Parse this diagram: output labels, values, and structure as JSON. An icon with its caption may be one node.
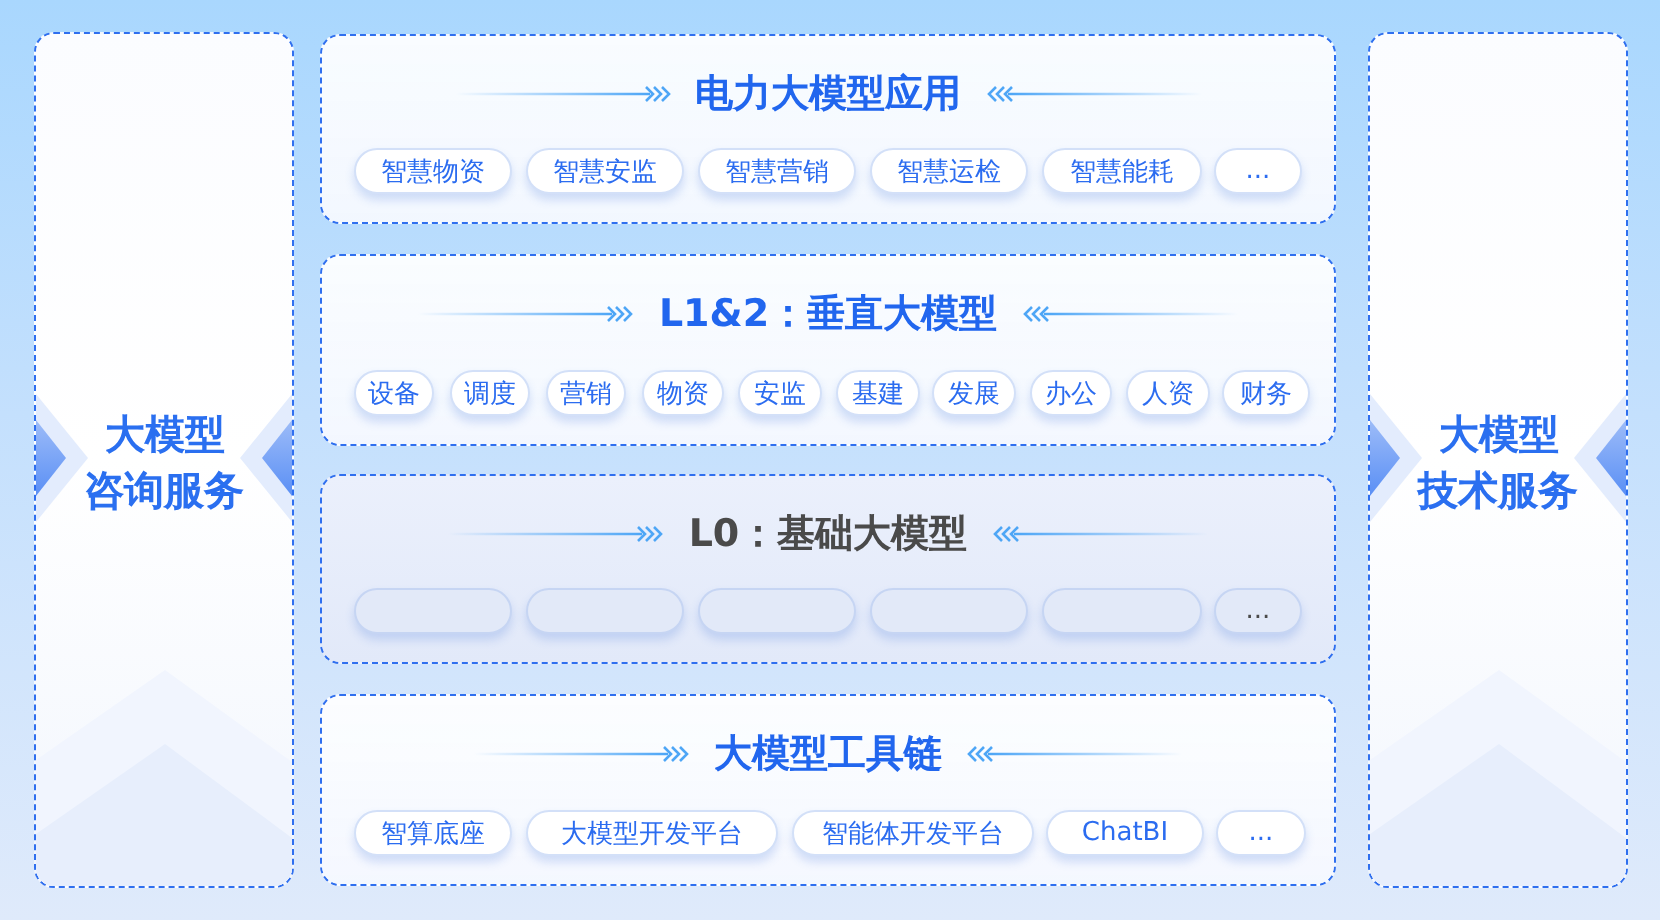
{
  "diagram": {
    "nodes": [
      {
        "text": [
          "大模型咨询服务"
        ]
      },
      {
        "text": [
          "电力大模型应用"
        ]
      },
      {
        "text": [
          "智慧物资"
        ],
        "in": 1
      },
      {
        "text": [
          "智慧安监"
        ],
        "in": 1
      },
      {
        "text": [
          "智慧营销"
        ],
        "in": 1
      },
      {
        "text": [
          "智慧运检"
        ],
        "in": 1
      },
      {
        "text": [
          "智慧能耗"
        ],
        "in": 1
      },
      {
        "text": [
          "..."
        ],
        "in": 1
      },
      {
        "text": [
          "L1&2：垂直大模型"
        ]
      },
      {
        "text": [
          "设备"
        ],
        "in": 8
      },
      {
        "text": [
          "调度"
        ],
        "in": 8
      },
      {
        "text": [
          "营销"
        ],
        "in": 8
      },
      {
        "text": [
          "物资"
        ],
        "in": 8
      },
      {
        "text": [
          "安监"
        ],
        "in": 8
      },
      {
        "text": [
          "基建"
        ],
        "in": 8
      },
      {
        "text": [
          "发展"
        ],
        "in": 8
      },
      {
        "text": [
          "办公"
        ],
        "in": 8
      },
      {
        "text": [
          "人资"
        ],
        "in": 8
      },
      {
        "text": [
          "财务"
        ],
        "in": 8
      },
      {
        "text": [
          "L0：基础大模型"
        ]
      },
      {
        "text": [],
        "shape": "box",
        "in": 19
      },
      {
        "text": [],
        "shape": "box",
        "in": 19
      },
      {
        "text": [],
        "shape": "box",
        "in": 19
      },
      {
        "text": [],
        "shape": "box",
        "in": 19
      },
      {
        "text": [],
        "shape": "box",
        "in": 19
      },
      {
        "text": [
          "..."
        ],
        "in": 19
      },
      {
        "text": [
          "大模型工具链"
        ]
      },
      {
        "text": [
          "智算底座"
        ],
        "in": 26
      },
      {
        "text": [
          "大模型开发平台"
        ],
        "in": 26
      },
      {
        "text": [
          "智能体开发平台"
        ],
        "in": 26
      },
      {
        "text": [
          "ChatBI"
        ],
        "in": 26
      },
      {
        "text": [
          "..."
        ],
        "in": 26
      },
      {
        "text": [
          "大模型技术服务"
        ]
      }
    ]
  }
}
